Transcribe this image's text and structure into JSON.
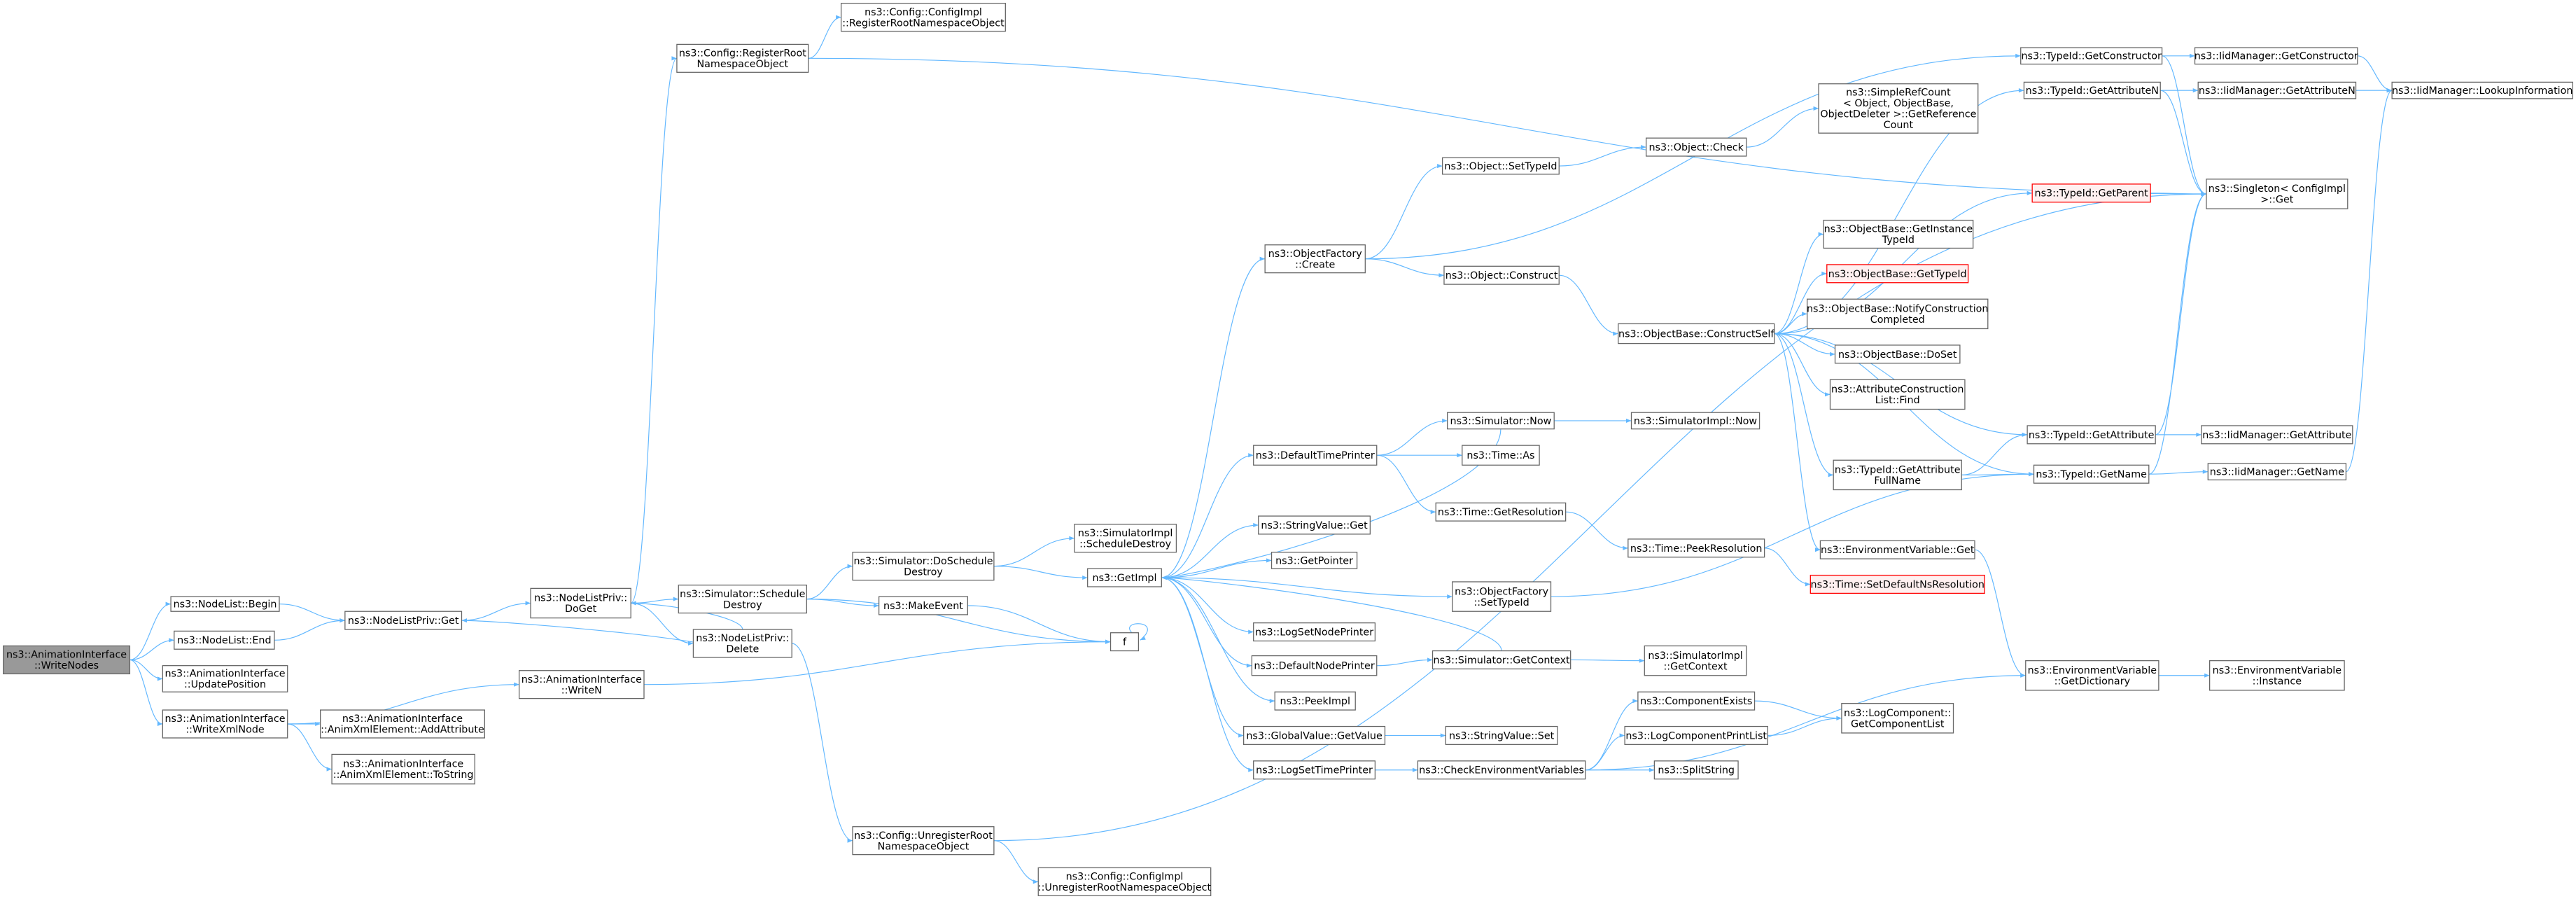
{
  "title": "ns3::AnimationInterface::WriteNodes call graph",
  "colors": {
    "edge": "#63b8ff",
    "root_fill": "#999999",
    "node_border": "#666666",
    "missing_border": "#ff0000",
    "missing_fill": "#fff0f0"
  },
  "nodes": [
    {
      "id": "n0",
      "lines": [
        "ns3::AnimationInterface",
        "::WriteNodes"
      ],
      "kind": "root"
    },
    {
      "id": "n1",
      "lines": [
        "ns3::NodeList::Begin"
      ]
    },
    {
      "id": "n2",
      "lines": [
        "ns3::NodeList::End"
      ]
    },
    {
      "id": "n3",
      "lines": [
        "ns3::AnimationInterface",
        "::UpdatePosition"
      ]
    },
    {
      "id": "n4",
      "lines": [
        "ns3::AnimationInterface",
        "::WriteXmlNode"
      ]
    },
    {
      "id": "n5",
      "lines": [
        "ns3::AnimationInterface",
        "::AnimXmlElement::AddAttribute"
      ]
    },
    {
      "id": "n6",
      "lines": [
        "ns3::AnimationInterface",
        "::AnimXmlElement::ToString"
      ]
    },
    {
      "id": "n7",
      "lines": [
        "ns3::NodeListPriv::Get"
      ]
    },
    {
      "id": "n8",
      "lines": [
        "ns3::NodeListPriv::",
        "DoGet"
      ]
    },
    {
      "id": "n9",
      "lines": [
        "ns3::Simulator::Schedule",
        "Destroy"
      ]
    },
    {
      "id": "n10",
      "lines": [
        "ns3::NodeListPriv::",
        "Delete"
      ]
    },
    {
      "id": "n11",
      "lines": [
        "ns3::AnimationInterface",
        "::WriteN"
      ]
    },
    {
      "id": "n12",
      "lines": [
        "ns3::Config::RegisterRoot",
        "NamespaceObject"
      ]
    },
    {
      "id": "n13",
      "lines": [
        "ns3::Config::ConfigImpl",
        "::RegisterRootNamespaceObject"
      ]
    },
    {
      "id": "n14",
      "lines": [
        "ns3::Simulator::DoSchedule",
        "Destroy"
      ]
    },
    {
      "id": "n15",
      "lines": [
        "ns3::SimulatorImpl",
        "::ScheduleDestroy"
      ]
    },
    {
      "id": "n16",
      "lines": [
        "ns3::GetImpl"
      ]
    },
    {
      "id": "n17",
      "lines": [
        "ns3::MakeEvent"
      ]
    },
    {
      "id": "n18",
      "lines": [
        "f"
      ]
    },
    {
      "id": "n19",
      "lines": [
        "ns3::Config::UnregisterRoot",
        "NamespaceObject"
      ]
    },
    {
      "id": "n20",
      "lines": [
        "ns3::Config::ConfigImpl",
        "::UnregisterRootNamespaceObject"
      ]
    },
    {
      "id": "n21",
      "lines": [
        "ns3::ObjectFactory",
        "::Create"
      ]
    },
    {
      "id": "n22",
      "lines": [
        "ns3::Object::SetTypeId"
      ]
    },
    {
      "id": "n23",
      "lines": [
        "ns3::Object::Check"
      ]
    },
    {
      "id": "n24",
      "lines": [
        "ns3::Object::Construct"
      ]
    },
    {
      "id": "n25",
      "lines": [
        "ns3::ObjectBase::ConstructSelf"
      ]
    },
    {
      "id": "n26",
      "lines": [
        "ns3::SimpleRefCount",
        "< Object, ObjectBase,",
        "ObjectDeleter >::GetReference",
        "Count"
      ]
    },
    {
      "id": "n27",
      "lines": [
        "ns3::TypeId::GetConstructor"
      ]
    },
    {
      "id": "n28",
      "lines": [
        "ns3::IidManager::GetConstructor"
      ]
    },
    {
      "id": "n29",
      "lines": [
        "ns3::IidManager::LookupInformation"
      ]
    },
    {
      "id": "n30",
      "lines": [
        "ns3::TypeId::GetAttributeN"
      ]
    },
    {
      "id": "n31",
      "lines": [
        "ns3::IidManager::GetAttributeN"
      ]
    },
    {
      "id": "n32",
      "lines": [
        "ns3::Singleton< ConfigImpl",
        ">::Get"
      ]
    },
    {
      "id": "n33",
      "lines": [
        "ns3::TypeId::GetParent"
      ],
      "kind": "red"
    },
    {
      "id": "n34",
      "lines": [
        "ns3::ObjectBase::GetInstance",
        "TypeId"
      ]
    },
    {
      "id": "n35",
      "lines": [
        "ns3::ObjectBase::GetTypeId"
      ],
      "kind": "red"
    },
    {
      "id": "n36",
      "lines": [
        "ns3::ObjectBase::NotifyConstruction",
        "Completed"
      ]
    },
    {
      "id": "n37",
      "lines": [
        "ns3::ObjectBase::DoSet"
      ]
    },
    {
      "id": "n38",
      "lines": [
        "ns3::AttributeConstruction",
        "List::Find"
      ]
    },
    {
      "id": "n39",
      "lines": [
        "ns3::TypeId::GetAttribute"
      ]
    },
    {
      "id": "n40",
      "lines": [
        "ns3::IidManager::GetAttribute"
      ]
    },
    {
      "id": "n41",
      "lines": [
        "ns3::TypeId::GetAttribute",
        "FullName"
      ]
    },
    {
      "id": "n42",
      "lines": [
        "ns3::TypeId::GetName"
      ]
    },
    {
      "id": "n43",
      "lines": [
        "ns3::IidManager::GetName"
      ]
    },
    {
      "id": "n44",
      "lines": [
        "ns3::EnvironmentVariable::Get"
      ]
    },
    {
      "id": "n45",
      "lines": [
        "ns3::Time::SetDefaultNsResolution"
      ],
      "kind": "red"
    },
    {
      "id": "n46",
      "lines": [
        "ns3::EnvironmentVariable",
        "::GetDictionary"
      ]
    },
    {
      "id": "n47",
      "lines": [
        "ns3::EnvironmentVariable",
        "::Instance"
      ]
    },
    {
      "id": "n48",
      "lines": [
        "ns3::LogComponent::",
        "GetComponentList"
      ]
    },
    {
      "id": "n49",
      "lines": [
        "ns3::Simulator::Now"
      ]
    },
    {
      "id": "n50",
      "lines": [
        "ns3::SimulatorImpl::Now"
      ]
    },
    {
      "id": "n51",
      "lines": [
        "ns3::DefaultTimePrinter"
      ]
    },
    {
      "id": "n52",
      "lines": [
        "ns3::Time::As"
      ]
    },
    {
      "id": "n53",
      "lines": [
        "ns3::Time::GetResolution"
      ]
    },
    {
      "id": "n54",
      "lines": [
        "ns3::Time::PeekResolution"
      ]
    },
    {
      "id": "n55",
      "lines": [
        "ns3::StringValue::Get"
      ]
    },
    {
      "id": "n56",
      "lines": [
        "ns3::GetPointer"
      ]
    },
    {
      "id": "n57",
      "lines": [
        "ns3::ObjectFactory",
        "::SetTypeId"
      ]
    },
    {
      "id": "n58",
      "lines": [
        "ns3::LogSetNodePrinter"
      ]
    },
    {
      "id": "n59",
      "lines": [
        "ns3::DefaultNodePrinter"
      ]
    },
    {
      "id": "n60",
      "lines": [
        "ns3::Simulator::GetContext"
      ]
    },
    {
      "id": "n61",
      "lines": [
        "ns3::SimulatorImpl",
        "::GetContext"
      ]
    },
    {
      "id": "n62",
      "lines": [
        "ns3::PeekImpl"
      ]
    },
    {
      "id": "n63",
      "lines": [
        "ns3::GlobalValue::GetValue"
      ]
    },
    {
      "id": "n64",
      "lines": [
        "ns3::StringValue::Set"
      ]
    },
    {
      "id": "n65",
      "lines": [
        "ns3::LogSetTimePrinter"
      ]
    },
    {
      "id": "n66",
      "lines": [
        "ns3::CheckEnvironmentVariables"
      ]
    },
    {
      "id": "n67",
      "lines": [
        "ns3::ComponentExists"
      ]
    },
    {
      "id": "n68",
      "lines": [
        "ns3::LogComponentPrintList"
      ]
    },
    {
      "id": "n69",
      "lines": [
        "ns3::SplitString"
      ]
    }
  ],
  "edges": [
    [
      "n0",
      "n1"
    ],
    [
      "n0",
      "n2"
    ],
    [
      "n0",
      "n3"
    ],
    [
      "n0",
      "n4"
    ],
    [
      "n1",
      "n7"
    ],
    [
      "n2",
      "n7"
    ],
    [
      "n7",
      "n8"
    ],
    [
      "n8",
      "n12"
    ],
    [
      "n8",
      "n9"
    ],
    [
      "n8",
      "n10"
    ],
    [
      "n10",
      "n8"
    ],
    [
      "n10",
      "n7"
    ],
    [
      "n10",
      "n19"
    ],
    [
      "n9",
      "n14"
    ],
    [
      "n9",
      "n17"
    ],
    [
      "n9",
      "n18"
    ],
    [
      "n4",
      "n11"
    ],
    [
      "n4",
      "n5"
    ],
    [
      "n4",
      "n6"
    ],
    [
      "n11",
      "n18"
    ],
    [
      "n12",
      "n13"
    ],
    [
      "n12",
      "n32"
    ],
    [
      "n14",
      "n15"
    ],
    [
      "n14",
      "n16"
    ],
    [
      "n17",
      "n18"
    ],
    [
      "n18",
      "n18"
    ],
    [
      "n19",
      "n20"
    ],
    [
      "n19",
      "n32"
    ],
    [
      "n16",
      "n21"
    ],
    [
      "n16",
      "n51"
    ],
    [
      "n16",
      "n55"
    ],
    [
      "n16",
      "n56"
    ],
    [
      "n16",
      "n57"
    ],
    [
      "n16",
      "n58"
    ],
    [
      "n16",
      "n59"
    ],
    [
      "n16",
      "n62"
    ],
    [
      "n16",
      "n63"
    ],
    [
      "n16",
      "n65"
    ],
    [
      "n49",
      "n16"
    ],
    [
      "n60",
      "n16"
    ],
    [
      "n21",
      "n27"
    ],
    [
      "n21",
      "n22"
    ],
    [
      "n21",
      "n24"
    ],
    [
      "n22",
      "n23"
    ],
    [
      "n23",
      "n26"
    ],
    [
      "n24",
      "n25"
    ],
    [
      "n25",
      "n30"
    ],
    [
      "n25",
      "n33"
    ],
    [
      "n25",
      "n34"
    ],
    [
      "n25",
      "n35"
    ],
    [
      "n25",
      "n36"
    ],
    [
      "n25",
      "n37"
    ],
    [
      "n25",
      "n38"
    ],
    [
      "n25",
      "n39"
    ],
    [
      "n25",
      "n41"
    ],
    [
      "n25",
      "n42"
    ],
    [
      "n25",
      "n44"
    ],
    [
      "n27",
      "n28"
    ],
    [
      "n27",
      "n32"
    ],
    [
      "n28",
      "n29"
    ],
    [
      "n30",
      "n31"
    ],
    [
      "n30",
      "n32"
    ],
    [
      "n31",
      "n29"
    ],
    [
      "n33",
      "n32"
    ],
    [
      "n39",
      "n40"
    ],
    [
      "n39",
      "n32"
    ],
    [
      "n41",
      "n39"
    ],
    [
      "n41",
      "n42"
    ],
    [
      "n42",
      "n43"
    ],
    [
      "n42",
      "n32"
    ],
    [
      "n43",
      "n29"
    ],
    [
      "n44",
      "n46"
    ],
    [
      "n46",
      "n47"
    ],
    [
      "n66",
      "n46"
    ],
    [
      "n66",
      "n67"
    ],
    [
      "n66",
      "n68"
    ],
    [
      "n66",
      "n69"
    ],
    [
      "n67",
      "n48"
    ],
    [
      "n68",
      "n48"
    ],
    [
      "n65",
      "n66"
    ],
    [
      "n63",
      "n64"
    ],
    [
      "n59",
      "n60"
    ],
    [
      "n60",
      "n61"
    ],
    [
      "n51",
      "n49"
    ],
    [
      "n51",
      "n52"
    ],
    [
      "n51",
      "n53"
    ],
    [
      "n49",
      "n50"
    ],
    [
      "n53",
      "n54"
    ],
    [
      "n54",
      "n45"
    ],
    [
      "n57",
      "n42"
    ]
  ]
}
